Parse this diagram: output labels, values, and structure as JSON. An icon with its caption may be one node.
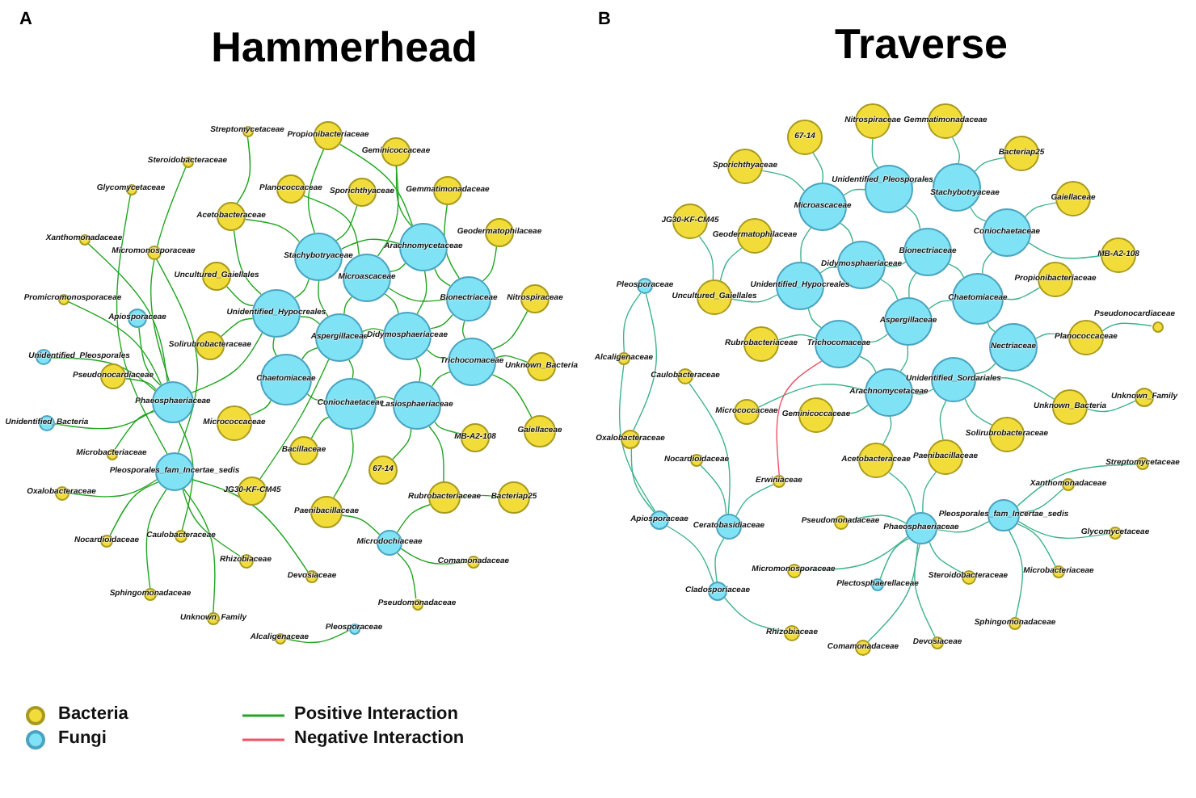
{
  "diagram": {
    "nodes": [
      {
        "text": [
          "Streptomycetaceae"
        ]
      },
      {
        "text": [
          "Propionibacteriaceae"
        ]
      },
      {
        "text": [
          "Geminicoccaceae"
        ]
      },
      {
        "text": [
          "Steroidobacteraceae"
        ]
      },
      {
        "text": [
          "Glycomycetaceae"
        ]
      },
      {
        "text": [
          "Planococcaceae"
        ]
      },
      {
        "text": [
          "Sporichthyaceae"
        ]
      },
      {
        "text": [
          "Gemmatimonadaceae"
        ]
      },
      {
        "text": [
          "Acetobacteraceae"
        ]
      },
      {
        "text": [
          "Geodermatophilaceae"
        ]
      },
      {
        "text": [
          "Xanthomonadaceae"
        ]
      },
      {
        "text": [
          "Micromonosporaceae"
        ]
      },
      {
        "text": [
          "Nitrospiraceae"
        ]
      },
      {
        "text": [
          "Promicromonosporaceae"
        ]
      },
      {
        "text": [
          "Apiosporaceae"
        ]
      },
      {
        "text": [
          "Uncultured_Gaiellales"
        ]
      },
      {
        "text": [
          "Unidentified_Pleosporales"
        ]
      },
      {
        "text": [
          "Solirubrobacteraceae"
        ]
      },
      {
        "text": [
          "Stachybotryaceae"
        ]
      },
      {
        "text": [
          "Arachnomycetaceae"
        ]
      },
      {
        "text": [
          "Microascaceae"
        ]
      },
      {
        "text": [
          "Bionectriaceae"
        ]
      },
      {
        "text": [
          "Unidentified_Hypocreales"
        ]
      },
      {
        "text": [
          "Aspergillaceae"
        ]
      },
      {
        "text": [
          "Didymosphaeriaceae"
        ]
      },
      {
        "text": [
          "Trichocomaceae"
        ]
      },
      {
        "text": [
          "Unknown_Bacteria"
        ]
      },
      {
        "text": [
          "Pseudonocardiaceae"
        ]
      },
      {
        "text": [
          "Phaeosphaeriaceae"
        ]
      },
      {
        "text": [
          "Chaetomiaceae"
        ]
      },
      {
        "text": [
          "Coniochaetaceae"
        ]
      },
      {
        "text": [
          "Lasiosphaeriaceae"
        ]
      },
      {
        "text": [
          "Unidentified_Bacteria"
        ]
      },
      {
        "text": [
          "Micrococcaceae"
        ]
      },
      {
        "text": [
          "MB-A2-108"
        ]
      },
      {
        "text": [
          "Gaiellaceae"
        ]
      },
      {
        "text": [
          "Bacillaceae"
        ]
      },
      {
        "text": [
          "Microbacteriaceae"
        ]
      },
      {
        "text": [
          "Pleosporales_fam_Incertae_sedis"
        ]
      },
      {
        "text": [
          "67-14"
        ]
      },
      {
        "text": [
          "Oxalobacteraceae"
        ]
      },
      {
        "text": [
          "JG30-KF-CM45"
        ]
      },
      {
        "text": [
          "Rubrobacteriaceae"
        ]
      },
      {
        "text": [
          "Bacteriap25"
        ]
      },
      {
        "text": [
          "Paenibacillaceae"
        ]
      },
      {
        "text": [
          "Nocardioidaceae"
        ]
      },
      {
        "text": [
          "Caulobacteraceae"
        ]
      },
      {
        "text": [
          "Microdochiaceae"
        ]
      },
      {
        "text": [
          "Rhizobiaceae"
        ]
      },
      {
        "text": [
          "Comamonadaceae"
        ]
      },
      {
        "text": [
          "Devosiaceae"
        ]
      },
      {
        "text": [
          "Sphingomonadaceae"
        ]
      },
      {
        "text": [
          "Pseudomonadaceae"
        ]
      },
      {
        "text": [
          "Unknown_Family"
        ]
      },
      {
        "text": [
          "Alcaligenaceae"
        ]
      },
      {
        "text": [
          "Pleosporaceae"
        ]
      },
      {
        "text": [
          "67-14"
        ]
      },
      {
        "text": [
          "Nitrospiraceae"
        ]
      },
      {
        "text": [
          "Gemmatimonadaceae"
        ]
      },
      {
        "text": [
          "Bacteriap25"
        ]
      },
      {
        "text": [
          "Sporichthyaceae"
        ]
      },
      {
        "text": [
          "Unidentified_Pleosporales"
        ]
      },
      {
        "text": [
          "Stachybotryaceae"
        ]
      },
      {
        "text": [
          "Gaiellaceae"
        ]
      },
      {
        "text": [
          "JG30-KF-CM45"
        ]
      },
      {
        "text": [
          "Microascaceae"
        ]
      },
      {
        "text": [
          "Geodermatophilaceae"
        ]
      },
      {
        "text": [
          "Coniochaetaceae"
        ]
      },
      {
        "text": [
          "MB-A2-108"
        ]
      },
      {
        "text": [
          "Bionectriaceae"
        ]
      },
      {
        "text": [
          "Didymosphaeriaceae"
        ]
      },
      {
        "text": [
          "Pleosporaceae"
        ]
      },
      {
        "text": [
          "Uncultured_Gaiellales"
        ]
      },
      {
        "text": [
          "Unidentified_Hypocreales"
        ]
      },
      {
        "text": [
          "Propionibacteriaceae"
        ]
      },
      {
        "text": [
          "Chaetomiaceae"
        ]
      },
      {
        "text": [
          "Aspergillaceae"
        ]
      },
      {
        "text": [
          "Pseudonocardiaceae"
        ]
      },
      {
        "text": [
          "Planococcaceae"
        ]
      },
      {
        "text": [
          "Rubrobacteriaceae"
        ]
      },
      {
        "text": [
          "Trichocomaceae"
        ]
      },
      {
        "text": [
          "Nectriaceae"
        ]
      },
      {
        "text": [
          "Alcaligenaceae"
        ]
      },
      {
        "text": [
          "Caulobacteraceae"
        ]
      },
      {
        "text": [
          "Unidentified_Sordariales"
        ]
      },
      {
        "text": [
          "Arachnomycetaceae"
        ]
      },
      {
        "text": [
          "Unknown_Family"
        ]
      },
      {
        "text": [
          "Unknown_Bacteria"
        ]
      },
      {
        "text": [
          "Micrococcaceae"
        ]
      },
      {
        "text": [
          "Geminicoccaceae"
        ]
      },
      {
        "text": [
          "Solirubrobacteraceae"
        ]
      },
      {
        "text": [
          "Oxalobacteraceae"
        ]
      },
      {
        "text": [
          "Acetobacteraceae"
        ]
      },
      {
        "text": [
          "Paenibacillaceae"
        ]
      },
      {
        "text": [
          "Nocardioidaceae"
        ]
      },
      {
        "text": [
          "Streptomycetaceae"
        ]
      },
      {
        "text": [
          "Erwiniaceae"
        ]
      },
      {
        "text": [
          "Xanthomonadaceae"
        ]
      },
      {
        "text": [
          "Pleosporales_fam_Incertae_sedis"
        ]
      },
      {
        "text": [
          "Apiosporaceae"
        ]
      },
      {
        "text": [
          "Ceratobasidiaceae"
        ]
      },
      {
        "text": [
          "Pseudomonadaceae"
        ]
      },
      {
        "text": [
          "Phaeosphaeriaceae"
        ]
      },
      {
        "text": [
          "Glycomycetaceae"
        ]
      },
      {
        "text": [
          "Micromonosporaceae"
        ]
      },
      {
        "text": [
          "Steroidobacteraceae"
        ]
      },
      {
        "text": [
          "Microbacteriaceae"
        ]
      },
      {
        "text": [
          "Plectosphaerellaceae"
        ]
      },
      {
        "text": [
          "Cladosporiaceae"
        ]
      },
      {
        "text": [
          "Sphingomonadaceae"
        ]
      },
      {
        "text": [
          "Rhizobiaceae"
        ]
      },
      {
        "text": [
          "Comamonadaceae"
        ]
      },
      {
        "text": [
          "Devosiaceae"
        ]
      }
    ],
    "edges": [
      {
        "from": 18,
        "to": 19,
        "arrow": "none"
      },
      {
        "from": 18,
        "to": 8,
        "arrow": "none"
      },
      {
        "from": 18,
        "to": 22,
        "arrow": "none"
      },
      {
        "from": 18,
        "to": 23,
        "arrow": "none"
      },
      {
        "from": 19,
        "to": 20,
        "arrow": "none"
      },
      {
        "from": 19,
        "to": 21,
        "arrow": "none"
      },
      {
        "from": 19,
        "to": 24,
        "arrow": "none"
      },
      {
        "from": 20,
        "to": 23,
        "arrow": "none"
      },
      {
        "from": 20,
        "to": 24,
        "arrow": "none"
      },
      {
        "from": 21,
        "to": 25,
        "arrow": "none"
      },
      {
        "from": 22,
        "to": 23,
        "arrow": "none"
      },
      {
        "from": 22,
        "to": 29,
        "arrow": "none"
      },
      {
        "from": 23,
        "to": 24,
        "arrow": "none"
      },
      {
        "from": 23,
        "to": 29,
        "arrow": "none"
      },
      {
        "from": 23,
        "to": 30,
        "arrow": "none"
      },
      {
        "from": 24,
        "to": 25,
        "arrow": "none"
      },
      {
        "from": 24,
        "to": 31,
        "arrow": "none"
      },
      {
        "from": 29,
        "to": 30,
        "arrow": "none"
      },
      {
        "from": 30,
        "to": 31,
        "arrow": "none"
      },
      {
        "from": 25,
        "to": 31,
        "arrow": "none"
      },
      {
        "from": 21,
        "to": 24,
        "arrow": "none"
      },
      {
        "from": 20,
        "to": 21,
        "arrow": "none"
      },
      {
        "from": 22,
        "to": 28,
        "arrow": "none"
      },
      {
        "from": 1,
        "to": 18,
        "arrow": "none"
      },
      {
        "from": 1,
        "to": 19,
        "arrow": "none"
      },
      {
        "from": 2,
        "to": 19,
        "arrow": "none"
      },
      {
        "from": 2,
        "to": 20,
        "arrow": "none"
      },
      {
        "from": 5,
        "to": 20,
        "arrow": "none"
      },
      {
        "from": 6,
        "to": 18,
        "arrow": "none"
      },
      {
        "from": 7,
        "to": 21,
        "arrow": "none"
      },
      {
        "from": 9,
        "to": 21,
        "arrow": "none"
      },
      {
        "from": 8,
        "to": 22,
        "arrow": "none"
      },
      {
        "from": 12,
        "to": 25,
        "arrow": "none"
      },
      {
        "from": 15,
        "to": 22,
        "arrow": "none"
      },
      {
        "from": 17,
        "to": 22,
        "arrow": "none"
      },
      {
        "from": 26,
        "to": 25,
        "arrow": "none"
      },
      {
        "from": 27,
        "to": 28,
        "arrow": "none"
      },
      {
        "from": 33,
        "to": 29,
        "arrow": "none"
      },
      {
        "from": 34,
        "to": 31,
        "arrow": "none"
      },
      {
        "from": 35,
        "to": 25,
        "arrow": "none"
      },
      {
        "from": 36,
        "to": 30,
        "arrow": "none"
      },
      {
        "from": 39,
        "to": 31,
        "arrow": "none"
      },
      {
        "from": 41,
        "to": 23,
        "arrow": "none"
      },
      {
        "from": 42,
        "to": 31,
        "arrow": "none"
      },
      {
        "from": 43,
        "to": 42,
        "arrow": "none"
      },
      {
        "from": 44,
        "to": 30,
        "arrow": "none"
      },
      {
        "from": 3,
        "to": 28,
        "arrow": "none"
      },
      {
        "from": 4,
        "to": 38,
        "arrow": "none"
      },
      {
        "from": 10,
        "to": 28,
        "arrow": "none"
      },
      {
        "from": 11,
        "to": 38,
        "arrow": "none"
      },
      {
        "from": 13,
        "to": 28,
        "arrow": "none"
      },
      {
        "from": 14,
        "to": 28,
        "arrow": "none"
      },
      {
        "from": 16,
        "to": 28,
        "arrow": "none"
      },
      {
        "from": 32,
        "to": 28,
        "arrow": "none"
      },
      {
        "from": 37,
        "to": 28,
        "arrow": "none"
      },
      {
        "from": 40,
        "to": 38,
        "arrow": "none"
      },
      {
        "from": 45,
        "to": 38,
        "arrow": "none"
      },
      {
        "from": 46,
        "to": 28,
        "arrow": "none"
      },
      {
        "from": 48,
        "to": 38,
        "arrow": "none"
      },
      {
        "from": 50,
        "to": 38,
        "arrow": "none"
      },
      {
        "from": 51,
        "to": 38,
        "arrow": "none"
      },
      {
        "from": 53,
        "to": 38,
        "arrow": "none"
      },
      {
        "from": 49,
        "to": 47,
        "arrow": "none"
      },
      {
        "from": 52,
        "to": 47,
        "arrow": "none"
      },
      {
        "from": 47,
        "to": 42,
        "arrow": "none"
      },
      {
        "from": 47,
        "to": 44,
        "arrow": "none"
      },
      {
        "from": 0,
        "to": 8,
        "arrow": "none"
      },
      {
        "from": 54,
        "to": 55,
        "arrow": "none"
      },
      {
        "from": 61,
        "to": 62,
        "arrow": "none",
        "color": "#3db38c"
      },
      {
        "from": 61,
        "to": 65,
        "arrow": "none",
        "color": "#3db38c"
      },
      {
        "from": 61,
        "to": 69,
        "arrow": "none",
        "color": "#3db38c"
      },
      {
        "from": 62,
        "to": 67,
        "arrow": "none",
        "color": "#3db38c"
      },
      {
        "from": 65,
        "to": 70,
        "arrow": "none",
        "color": "#3db38c"
      },
      {
        "from": 65,
        "to": 73,
        "arrow": "none",
        "color": "#3db38c"
      },
      {
        "from": 69,
        "to": 70,
        "arrow": "none",
        "color": "#3db38c"
      },
      {
        "from": 69,
        "to": 76,
        "arrow": "none",
        "color": "#3db38c"
      },
      {
        "from": 69,
        "to": 75,
        "arrow": "none",
        "color": "#3db38c"
      },
      {
        "from": 70,
        "to": 73,
        "arrow": "none",
        "color": "#3db38c"
      },
      {
        "from": 70,
        "to": 76,
        "arrow": "none",
        "color": "#3db38c"
      },
      {
        "from": 73,
        "to": 80,
        "arrow": "none",
        "color": "#3db38c"
      },
      {
        "from": 76,
        "to": 80,
        "arrow": "none",
        "color": "#3db38c"
      },
      {
        "from": 75,
        "to": 81,
        "arrow": "none",
        "color": "#3db38c"
      },
      {
        "from": 76,
        "to": 85,
        "arrow": "none",
        "color": "#3db38c"
      },
      {
        "from": 67,
        "to": 75,
        "arrow": "none",
        "color": "#3db38c"
      },
      {
        "from": 84,
        "to": 85,
        "arrow": "none",
        "color": "#3db38c"
      },
      {
        "from": 84,
        "to": 81,
        "arrow": "none",
        "color": "#3db38c"
      },
      {
        "from": 80,
        "to": 85,
        "arrow": "none",
        "color": "#3db38c"
      },
      {
        "from": 75,
        "to": 76,
        "arrow": "none",
        "color": "#3db38c"
      },
      {
        "from": 56,
        "to": 65,
        "arrow": "none",
        "color": "#3db38c"
      },
      {
        "from": 57,
        "to": 61,
        "arrow": "none",
        "color": "#3db38c"
      },
      {
        "from": 58,
        "to": 62,
        "arrow": "none",
        "color": "#3db38c"
      },
      {
        "from": 59,
        "to": 62,
        "arrow": "none",
        "color": "#3db38c"
      },
      {
        "from": 60,
        "to": 65,
        "arrow": "none",
        "color": "#3db38c"
      },
      {
        "from": 63,
        "to": 67,
        "arrow": "none",
        "color": "#3db38c"
      },
      {
        "from": 64,
        "to": 72,
        "arrow": "none",
        "color": "#3db38c"
      },
      {
        "from": 66,
        "to": 72,
        "arrow": "none",
        "color": "#3db38c"
      },
      {
        "from": 68,
        "to": 67,
        "arrow": "none",
        "color": "#3db38c"
      },
      {
        "from": 72,
        "to": 73,
        "arrow": "none",
        "color": "#3db38c"
      },
      {
        "from": 74,
        "to": 75,
        "arrow": "none",
        "color": "#3db38c"
      },
      {
        "from": 78,
        "to": 81,
        "arrow": "none",
        "color": "#3db38c"
      },
      {
        "from": 79,
        "to": 80,
        "arrow": "none",
        "color": "#3db38c"
      },
      {
        "from": 87,
        "to": 84,
        "arrow": "none",
        "color": "#3db38c"
      },
      {
        "from": 88,
        "to": 85,
        "arrow": "none",
        "color": "#3db38c"
      },
      {
        "from": 89,
        "to": 85,
        "arrow": "none",
        "color": "#3db38c"
      },
      {
        "from": 90,
        "to": 84,
        "arrow": "none",
        "color": "#3db38c"
      },
      {
        "from": 92,
        "to": 85,
        "arrow": "none",
        "color": "#3db38c"
      },
      {
        "from": 93,
        "to": 84,
        "arrow": "none",
        "color": "#3db38c"
      },
      {
        "from": 77,
        "to": 78,
        "arrow": "none",
        "color": "#3db38c"
      },
      {
        "from": 86,
        "to": 87,
        "arrow": "none",
        "color": "#3db38c"
      },
      {
        "from": 71,
        "to": 82,
        "arrow": "none",
        "color": "#3db38c"
      },
      {
        "from": 71,
        "to": 91,
        "arrow": "none",
        "color": "#3db38c"
      },
      {
        "from": 82,
        "to": 99,
        "arrow": "none",
        "color": "#3db38c"
      },
      {
        "from": 83,
        "to": 100,
        "arrow": "none",
        "color": "#3db38c"
      },
      {
        "from": 91,
        "to": 99,
        "arrow": "none",
        "color": "#3db38c"
      },
      {
        "from": 94,
        "to": 100,
        "arrow": "none",
        "color": "#3db38c"
      },
      {
        "from": 96,
        "to": 100,
        "arrow": "none",
        "color": "#3db38c"
      },
      {
        "from": 99,
        "to": 108,
        "arrow": "none",
        "color": "#3db38c"
      },
      {
        "from": 100,
        "to": 108,
        "arrow": "none",
        "color": "#3db38c"
      },
      {
        "from": 101,
        "to": 102,
        "arrow": "none",
        "color": "#3db38c"
      },
      {
        "from": 102,
        "to": 98,
        "arrow": "none",
        "color": "#3db38c"
      },
      {
        "from": 103,
        "to": 98,
        "arrow": "none",
        "color": "#3db38c"
      },
      {
        "from": 104,
        "to": 102,
        "arrow": "none",
        "color": "#3db38c"
      },
      {
        "from": 105,
        "to": 102,
        "arrow": "none",
        "color": "#3db38c"
      },
      {
        "from": 106,
        "to": 98,
        "arrow": "none",
        "color": "#3db38c"
      },
      {
        "from": 107,
        "to": 102,
        "arrow": "none",
        "color": "#3db38c"
      },
      {
        "from": 109,
        "to": 98,
        "arrow": "none",
        "color": "#3db38c"
      },
      {
        "from": 110,
        "to": 108,
        "arrow": "none",
        "color": "#3db38c"
      },
      {
        "from": 111,
        "to": 102,
        "arrow": "none",
        "color": "#3db38c"
      },
      {
        "from": 112,
        "to": 102,
        "arrow": "none",
        "color": "#3db38c"
      },
      {
        "from": 95,
        "to": 98,
        "arrow": "none",
        "color": "#3db38c"
      },
      {
        "from": 97,
        "to": 98,
        "arrow": "none",
        "color": "#3db38c"
      },
      {
        "from": 93,
        "to": 102,
        "arrow": "none",
        "color": "#3db38c"
      },
      {
        "from": 92,
        "to": 102,
        "arrow": "none",
        "color": "#3db38c"
      },
      {
        "from": 96,
        "to": 80,
        "arrow": "none",
        "color": "#f0526a"
      }
    ],
    "labels": [
      "A",
      "Hammerhead",
      "B",
      "Traverse"
    ],
    "legend": [
      {
        "text": "Bacteria",
        "color": "#f2dc3a"
      },
      {
        "text": "Fungi",
        "color": "#7fe3f5"
      },
      {
        "text": "Positive Interaction"
      },
      {
        "text": "Negative Interaction"
      }
    ]
  }
}
